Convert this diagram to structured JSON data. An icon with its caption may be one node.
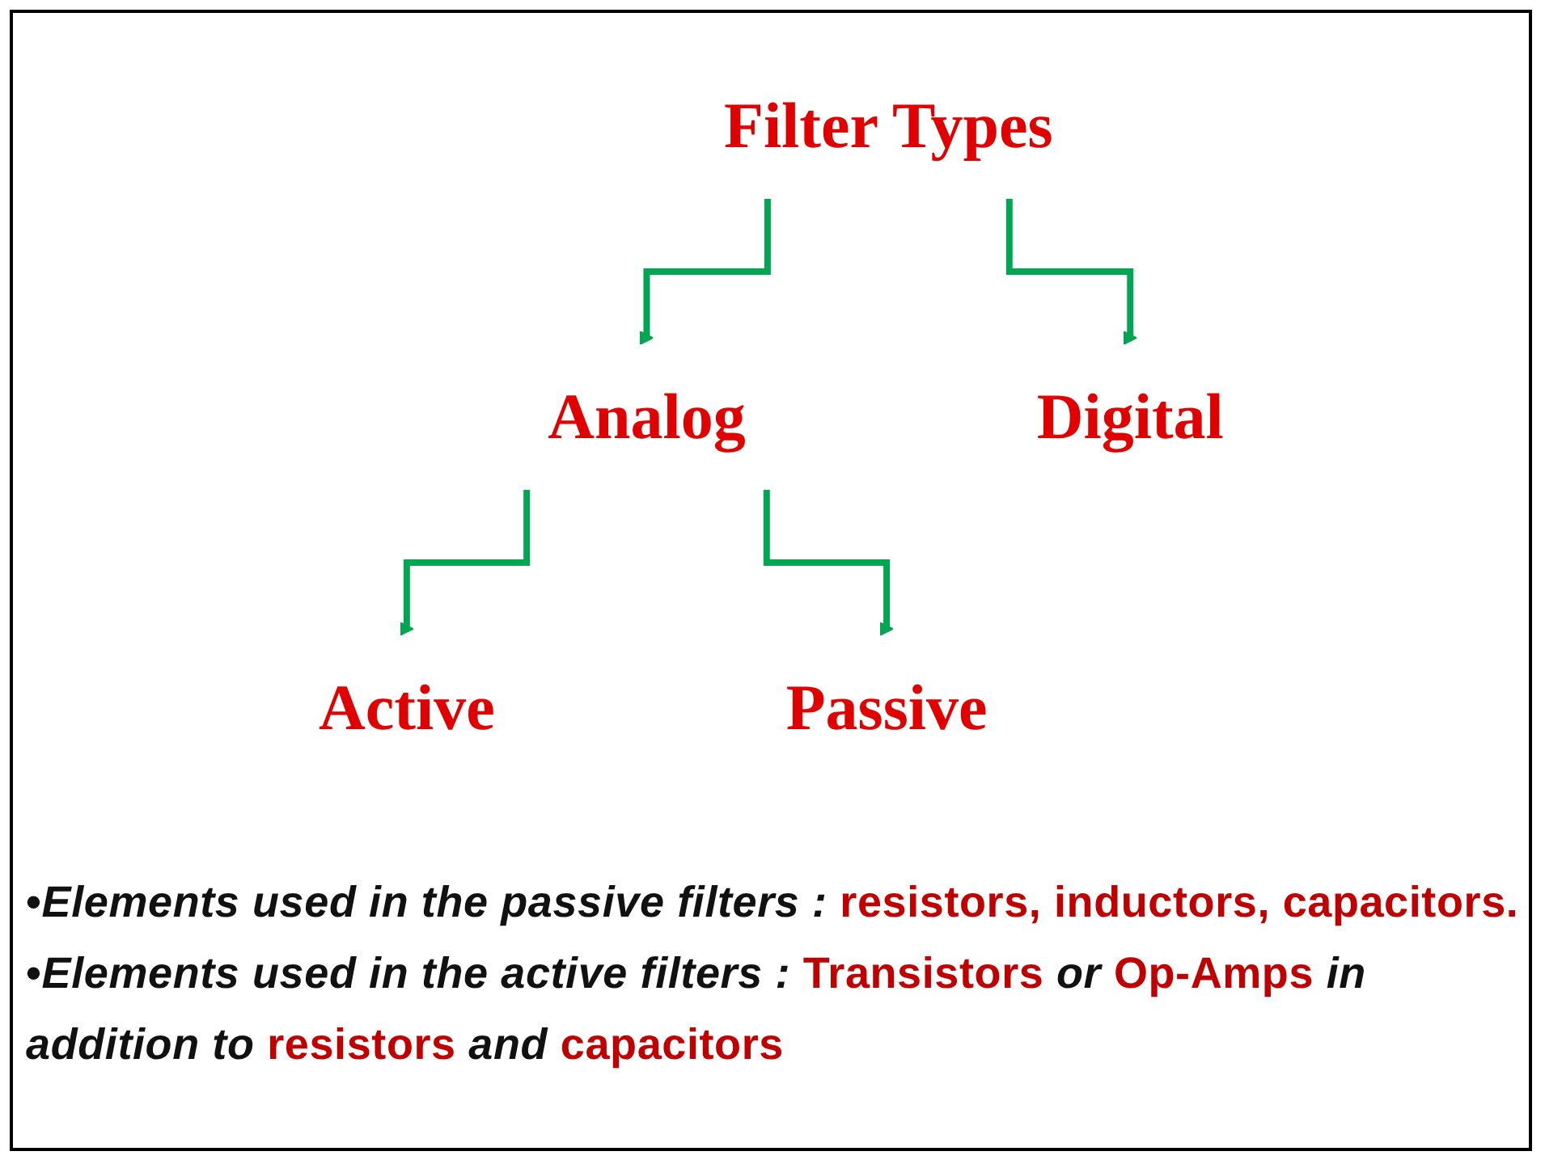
{
  "diagram": {
    "nodes": [
      {
        "text": [
          "Filter Types"
        ]
      },
      {
        "text": [
          "Analog"
        ]
      },
      {
        "text": [
          "Digital"
        ]
      },
      {
        "text": [
          "Active"
        ]
      },
      {
        "text": [
          "Passive"
        ]
      }
    ],
    "edges": [
      {
        "from": 0,
        "to": 1,
        "arrow": "to"
      },
      {
        "from": 0,
        "to": 2,
        "arrow": "to"
      },
      {
        "from": 1,
        "to": 3,
        "arrow": "to"
      },
      {
        "from": 1,
        "to": 4,
        "arrow": "to"
      }
    ],
    "labels": [
      "•*Elements used in the passive filters :* **resistors, inductors, capacitors.**",
      "•*Elements used in the active filters :* **Transistors** *or* **Op-Amps** *in addition to* **resistors** *and* **capacitors**"
    ]
  }
}
